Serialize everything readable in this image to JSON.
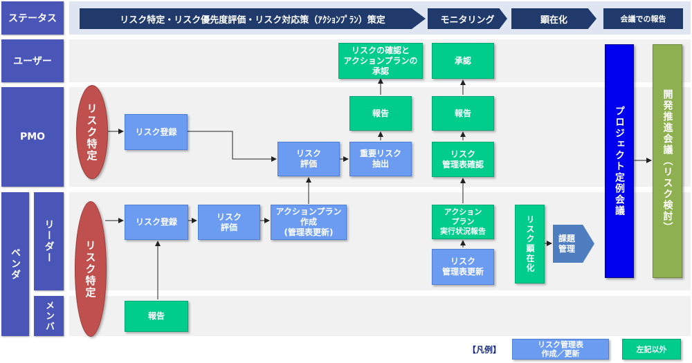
{
  "rows": {
    "status": "ステータス",
    "user": "ユーザー",
    "pmo": "PMO",
    "vendor": "ベンダ",
    "leader": "リーダー",
    "member": "メンバ"
  },
  "stages": {
    "s1": "リスク特定・リスク優先度評価・リスク対応策（ｱｸｼｮﾝﾌﾟﾗﾝ）策定",
    "s2": "モニタリング",
    "s3": "顕在化",
    "s4": "会議での報告"
  },
  "ovals": {
    "pmo": "リスク特定",
    "vendor": "リスク特定"
  },
  "boxes": {
    "pmo_register": "リスク登録",
    "pmo_eval": "リスク\n評価",
    "pmo_extract": "重要リスク\n抽出",
    "pmo_report1": "報告",
    "user_confirm": "リスクの確認と\nアクションプランの\n承認",
    "pmo_mgmt_check": "リスク\n管理表確認",
    "pmo_report2": "報告",
    "user_approve": "承認",
    "leader_register": "リスク登録",
    "leader_eval": "リスク\n評価",
    "leader_action": "アクションプラン\n作成\n(管理表更新)",
    "leader_status": "アクション\nプラン\n実行状況報告",
    "leader_update": "リスク\n管理表更新",
    "member_report": "報告",
    "risk_manifest": "リスク顕在化",
    "issue_mgmt": "課題\n管理",
    "project_meeting": "プロジェクト定例会議",
    "dev_meeting": "開発推進会議（リスク検討）"
  },
  "legend": {
    "label": "【凡例】",
    "blue": "リスク管理表\n作成／更新",
    "green": "左記以外"
  },
  "colors": {
    "header": "#4a55b8",
    "stage": "#1f3a6b",
    "blue_box": "#6b9cf2",
    "green_box": "#00cc8c",
    "oval": "#c0504d",
    "project_meeting": "#0000ee",
    "dev_meeting": "#8fb050",
    "issue_mgmt": "#4f7ec0"
  }
}
